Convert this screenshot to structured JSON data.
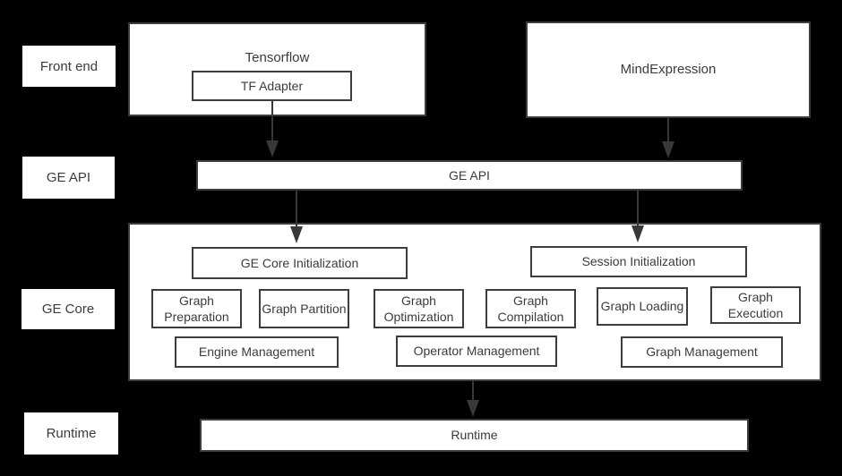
{
  "colors": {
    "background": "#000000",
    "box_fill": "#ffffff",
    "border": "#3d3d3d",
    "text": "#3b3b3b",
    "arrow": "#383838"
  },
  "row_labels": {
    "front_end": "Front end",
    "ge_api": "GE API",
    "ge_core": "GE Core",
    "runtime": "Runtime"
  },
  "front_end": {
    "tensorflow": "Tensorflow",
    "tf_adapter": "TF Adapter",
    "mind_expression": "MindExpression"
  },
  "ge_api": {
    "label": "GE API"
  },
  "ge_core": {
    "init": "GE Core Initialization",
    "session_init": "Session Initialization",
    "stages": [
      "Graph Preparation",
      "Graph Partition",
      "Graph Optimization",
      "Graph Compilation",
      "Graph Loading",
      "Graph Execution"
    ],
    "managers": [
      "Engine Management",
      "Operator Management",
      "Graph Management"
    ]
  },
  "runtime": {
    "label": "Runtime"
  }
}
